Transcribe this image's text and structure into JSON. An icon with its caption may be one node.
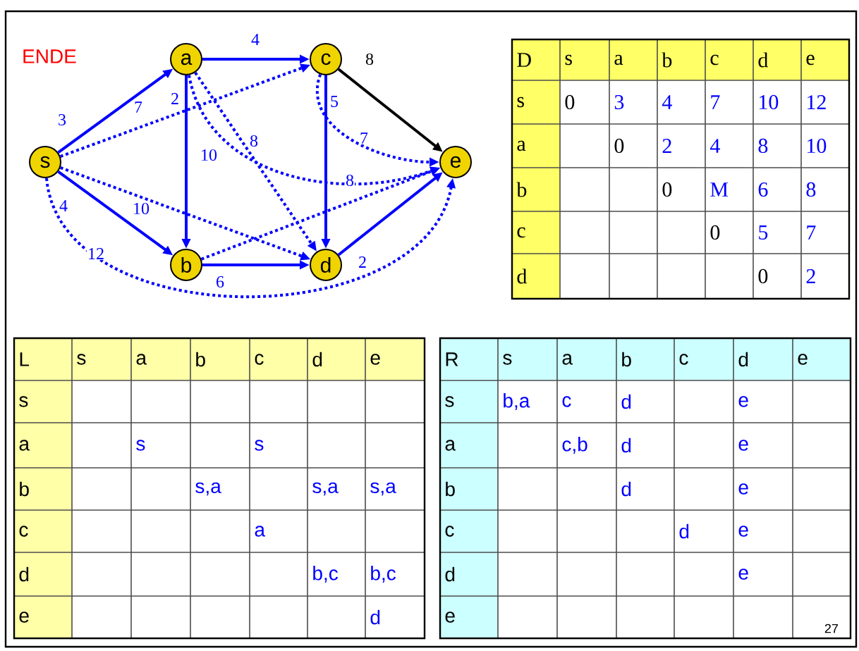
{
  "diagram": {
    "nodes": [
      {
        "text": [
          "s"
        ]
      },
      {
        "text": [
          "a"
        ]
      },
      {
        "text": [
          "b"
        ]
      },
      {
        "text": [
          "c"
        ]
      },
      {
        "text": [
          "d"
        ]
      },
      {
        "text": [
          "e"
        ]
      }
    ],
    "edges": [
      {
        "from": 0,
        "to": 1,
        "arrow": "to",
        "label": "3"
      },
      {
        "from": 0,
        "to": 2,
        "arrow": "to",
        "label": "4"
      },
      {
        "from": 1,
        "to": 3,
        "arrow": "to",
        "label": "4"
      },
      {
        "from": 1,
        "to": 2,
        "arrow": "to",
        "label": "2"
      },
      {
        "from": 3,
        "to": 4,
        "arrow": "to",
        "label": "5"
      },
      {
        "from": 2,
        "to": 4,
        "arrow": "to",
        "label": "6"
      },
      {
        "from": 4,
        "to": 5,
        "arrow": "to",
        "label": "2"
      },
      {
        "from": 3,
        "to": 5,
        "arrow": "to",
        "label": "8",
        "color": "#000000"
      },
      {
        "from": 0,
        "to": 3,
        "arrow": "to",
        "label": "7",
        "style": "dashed"
      },
      {
        "from": 0,
        "to": 4,
        "arrow": "to",
        "label": "10",
        "style": "dashed"
      },
      {
        "from": 0,
        "to": 5,
        "arrow": "to",
        "label": "12",
        "style": "dashed"
      },
      {
        "from": 1,
        "to": 4,
        "arrow": "to",
        "label": "8",
        "style": "dashed"
      },
      {
        "from": 1,
        "to": 5,
        "arrow": "to",
        "label": "10",
        "style": "dashed"
      },
      {
        "from": 2,
        "to": 5,
        "arrow": "to",
        "label": "8",
        "style": "dashed"
      },
      {
        "from": 3,
        "to": 5,
        "arrow": "to",
        "label": "7",
        "style": "dashed"
      }
    ],
    "labels": [
      "ENDE",
      "D",
      "s",
      "a",
      "b",
      "c",
      "d",
      "e",
      "s",
      "0",
      "3",
      "4",
      "7",
      "10",
      "12",
      "a",
      "0",
      "2",
      "4",
      "8",
      "10",
      "b",
      "0",
      "M",
      "6",
      "8",
      "c",
      "0",
      "5",
      "7",
      "d",
      "0",
      "2",
      "L",
      "s",
      "a",
      "b",
      "c",
      "d",
      "e",
      "s",
      "a",
      "s",
      "s",
      "b",
      "s,a",
      "s,a",
      "s,a",
      "c",
      "a",
      "d",
      "b,c",
      "b,c",
      "e",
      "d",
      "R",
      "s",
      "a",
      "b",
      "c",
      "d",
      "e",
      "s",
      "b,a",
      "c",
      "d",
      "e",
      "a",
      "c,b",
      "d",
      "e",
      "b",
      "d",
      "e",
      "c",
      "d",
      "e",
      "d",
      "e",
      "e",
      "27"
    ]
  }
}
